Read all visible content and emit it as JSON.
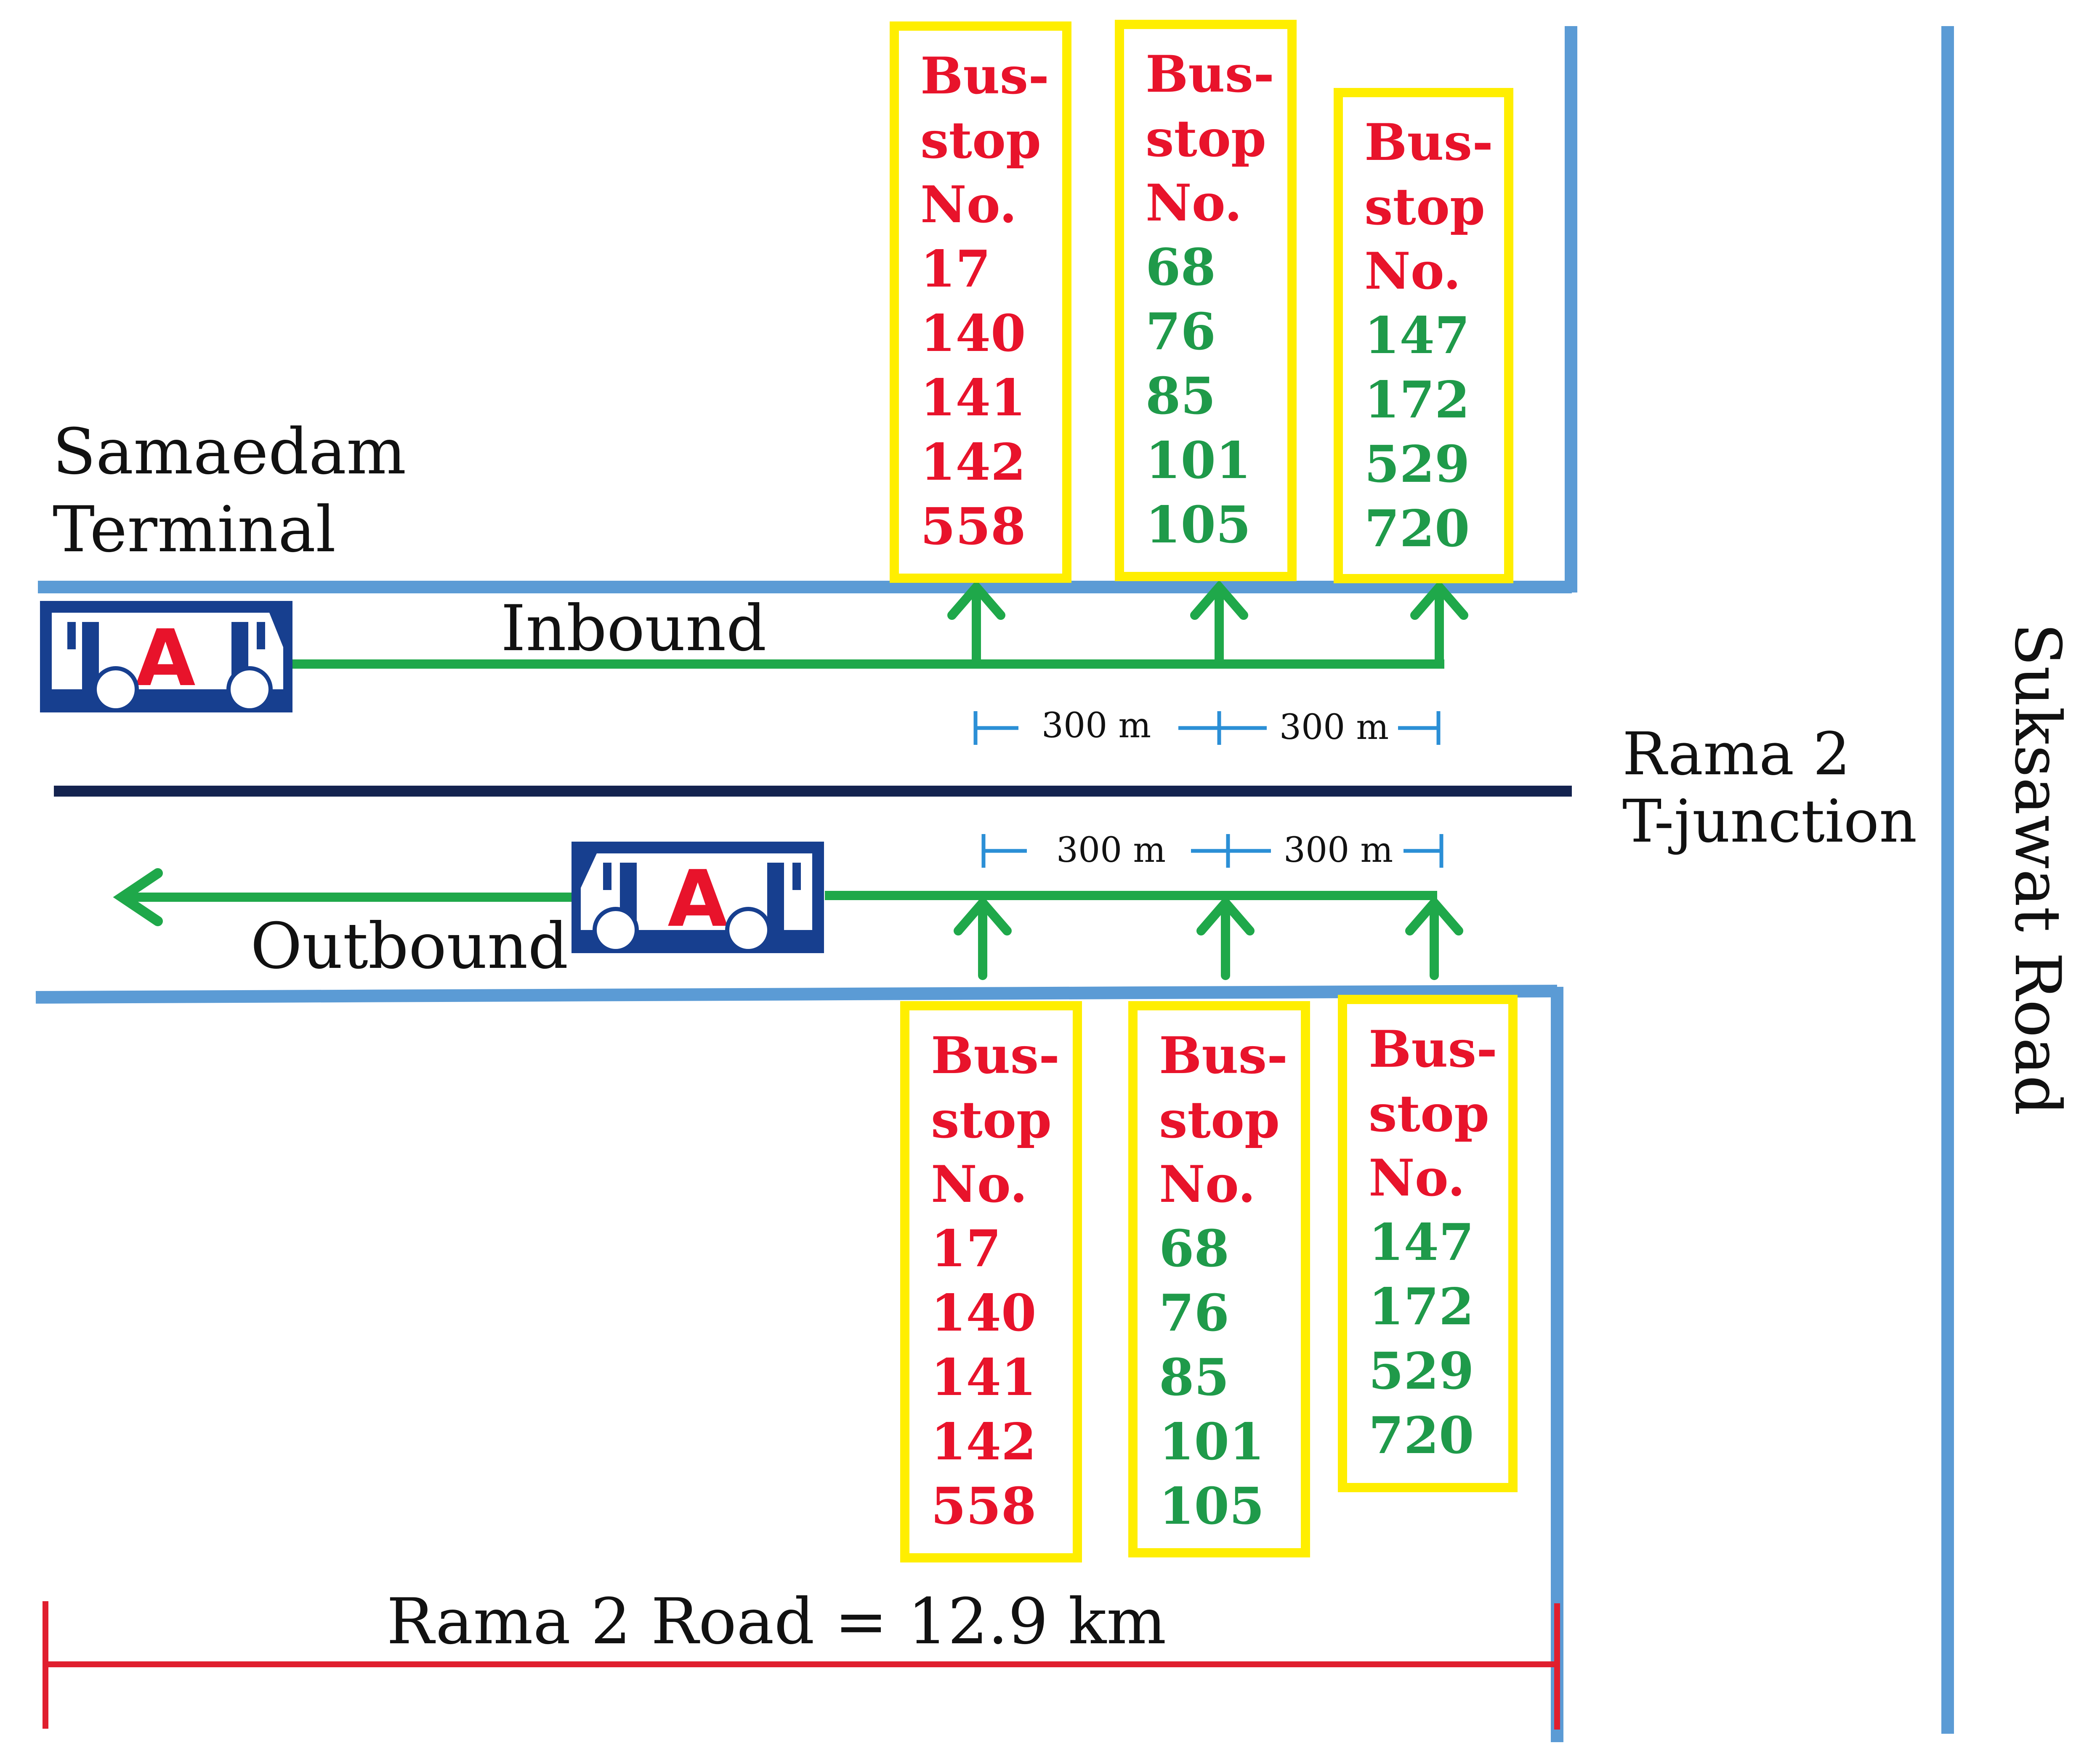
{
  "labels": {
    "terminal_line1": "Samaedam",
    "terminal_line2": "Terminal",
    "inbound": "Inbound",
    "outbound": "Outbound",
    "junction_line1": "Rama 2",
    "junction_line2": "T-junction",
    "side_road": "Suksawat Road",
    "road_length": "Rama 2 Road = 12.9 km",
    "dist_in_1": "300 m",
    "dist_in_2": "300 m",
    "dist_out_1": "300 m",
    "dist_out_2": "300 m"
  },
  "colors": {
    "road": "#5b9bd5",
    "median": "#14234f",
    "route": "#1fa84a",
    "box_border": "#ffee00",
    "text_red": "#e8132b",
    "text_green": "#1f9a4a",
    "length_bar": "#e01e2e",
    "bus_blue": "#173f8f",
    "bus_red": "#e8132b"
  },
  "icons": [
    "bus-icon-inbound",
    "bus-icon-outbound",
    "route-arrow-up-icon",
    "route-arrow-left-icon"
  ],
  "stops": {
    "inbound": [
      {
        "line1": "Bus-",
        "line2": "stop",
        "line3": "No.",
        "color": "red",
        "routes": [
          "17",
          "140",
          "141",
          "142",
          "558"
        ]
      },
      {
        "line1": "Bus-",
        "line2": "stop",
        "line3": "No.",
        "color": "green",
        "routes": [
          "68",
          "76",
          "85",
          "101",
          "105"
        ]
      },
      {
        "line1": "Bus-",
        "line2": "stop",
        "line3": "No.",
        "color": "green",
        "routes": [
          "147",
          "172",
          "529",
          "720"
        ]
      }
    ],
    "outbound": [
      {
        "line1": "Bus-",
        "line2": "stop",
        "line3": "No.",
        "color": "red",
        "routes": [
          "17",
          "140",
          "141",
          "142",
          "558"
        ]
      },
      {
        "line1": "Bus-",
        "line2": "stop",
        "line3": "No.",
        "color": "green",
        "routes": [
          "68",
          "76",
          "85",
          "101",
          "105"
        ]
      },
      {
        "line1": "Bus-",
        "line2": "stop",
        "line3": "No.",
        "color": "green",
        "routes": [
          "147",
          "172",
          "529",
          "720"
        ]
      }
    ]
  }
}
